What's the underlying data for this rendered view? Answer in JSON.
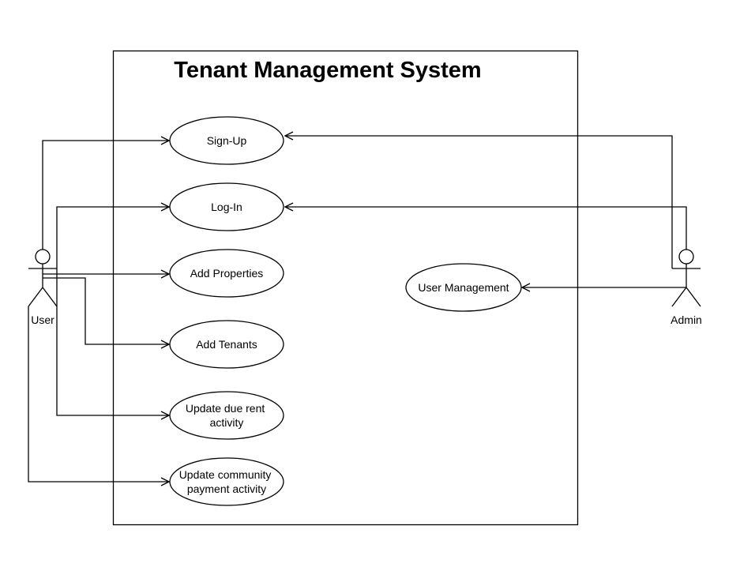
{
  "diagram": {
    "title": "Tenant Management System",
    "actors": {
      "user": "User",
      "admin": "Admin"
    },
    "use_cases": {
      "signup": [
        "Sign-Up"
      ],
      "login": [
        "Log-In"
      ],
      "add_properties": [
        "Add Properties"
      ],
      "add_tenants": [
        "Add Tenants"
      ],
      "update_rent": [
        "Update due rent",
        "activity"
      ],
      "update_community": [
        "Update community",
        "payment activity"
      ],
      "user_management": [
        "User Management"
      ]
    }
  }
}
